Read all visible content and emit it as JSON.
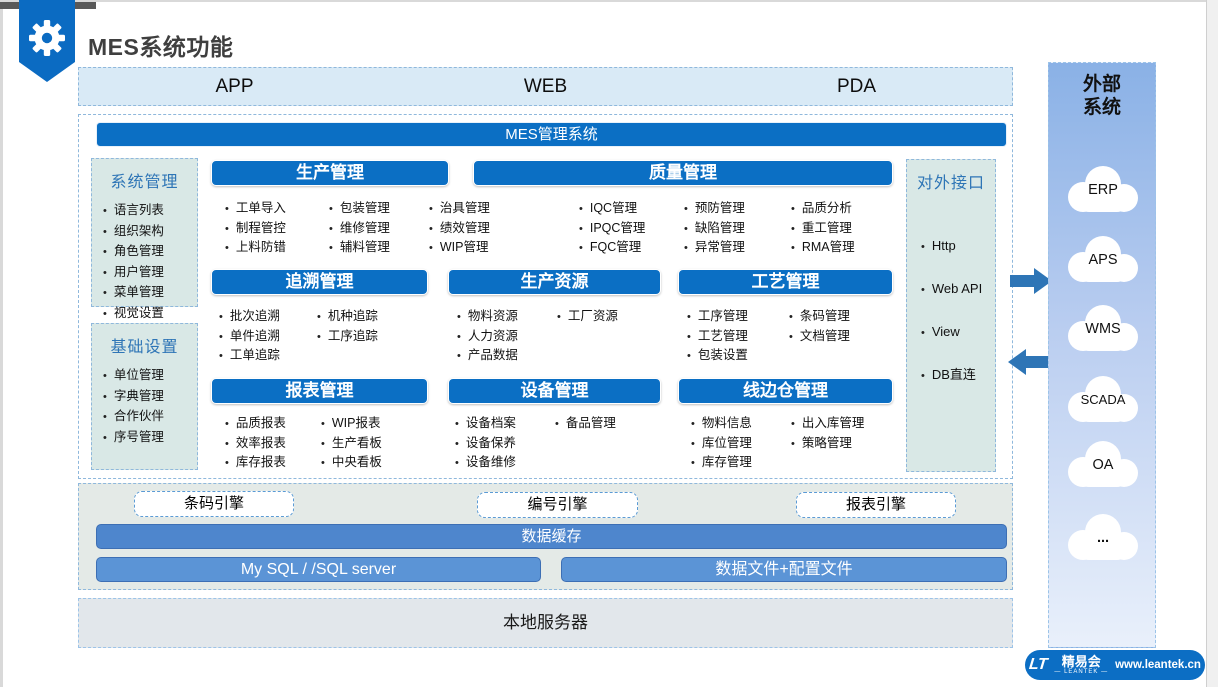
{
  "page": {
    "title": "MES系统功能"
  },
  "top_bar": {
    "items": [
      "APP",
      "WEB",
      "PDA"
    ]
  },
  "mes_header": "MES管理系统",
  "side_boxes": {
    "system": {
      "title": "系统管理",
      "items": [
        "语言列表",
        "组织架构",
        "角色管理",
        "用户管理",
        "菜单管理",
        "视觉设置"
      ]
    },
    "basic": {
      "title": "基础设置",
      "items": [
        "单位管理",
        "字典管理",
        "合作伙伴",
        "序号管理"
      ]
    },
    "interface": {
      "title": "对外接口",
      "items": [
        "Http",
        "Web API",
        "View",
        "DB直连"
      ]
    }
  },
  "sections": [
    {
      "title": "生产管理",
      "columns": [
        [
          "工单导入",
          "制程管控",
          "上料防错"
        ],
        [
          "包装管理",
          "维修管理",
          "辅料管理"
        ],
        [
          "治具管理",
          "绩效管理",
          "WIP管理"
        ]
      ]
    },
    {
      "title": "质量管理",
      "columns": [
        [
          "IQC管理",
          "IPQC管理",
          "FQC管理"
        ],
        [
          "预防管理",
          "缺陷管理",
          "异常管理"
        ],
        [
          "品质分析",
          "重工管理",
          "RMA管理"
        ]
      ]
    },
    {
      "title": "追溯管理",
      "columns": [
        [
          "批次追溯",
          "单件追溯",
          "工单追踪"
        ],
        [
          "机种追踪",
          "工序追踪"
        ]
      ]
    },
    {
      "title": "生产资源",
      "columns": [
        [
          "物料资源",
          "人力资源",
          "产品数据"
        ],
        [
          "工厂资源"
        ]
      ]
    },
    {
      "title": "工艺管理",
      "columns": [
        [
          "工序管理",
          "工艺管理",
          "包装设置"
        ],
        [
          "条码管理",
          "文档管理"
        ]
      ]
    },
    {
      "title": "报表管理",
      "columns": [
        [
          "品质报表",
          "效率报表",
          "库存报表"
        ],
        [
          "WIP报表",
          "生产看板",
          "中央看板"
        ]
      ]
    },
    {
      "title": "设备管理",
      "columns": [
        [
          "设备档案",
          "设备保养",
          "设备维修"
        ],
        [
          "备品管理"
        ]
      ]
    },
    {
      "title": "线边仓管理",
      "columns": [
        [
          "物料信息",
          "库位管理",
          "库存管理"
        ],
        [
          "出入库管理",
          "策略管理"
        ]
      ]
    }
  ],
  "engines": [
    "条码引擎",
    "编号引擎",
    "报表引擎"
  ],
  "data_cache": "数据缓存",
  "db_bar": "My SQL / /SQL server",
  "file_bar": "数据文件+配置文件",
  "local_server": "本地服务器",
  "external": {
    "title": "外部系统",
    "items": [
      "ERP",
      "APS",
      "WMS",
      "SCADA",
      "OA",
      "..."
    ]
  },
  "logo": {
    "mark": "LT",
    "brand": "精易会",
    "sub": "— LEANTEK —",
    "url": "www.leantek.cn"
  },
  "colors": {
    "deep_blue": "#0b6fc4",
    "cache_blue": "#4e86cd",
    "bar_blue": "#5b94d6",
    "heading_blue": "#2e75b6",
    "panel_teal": "#d9e8e6",
    "top_bar_blue": "#d9eaf6",
    "arrow_blue": "#2e75b6"
  }
}
